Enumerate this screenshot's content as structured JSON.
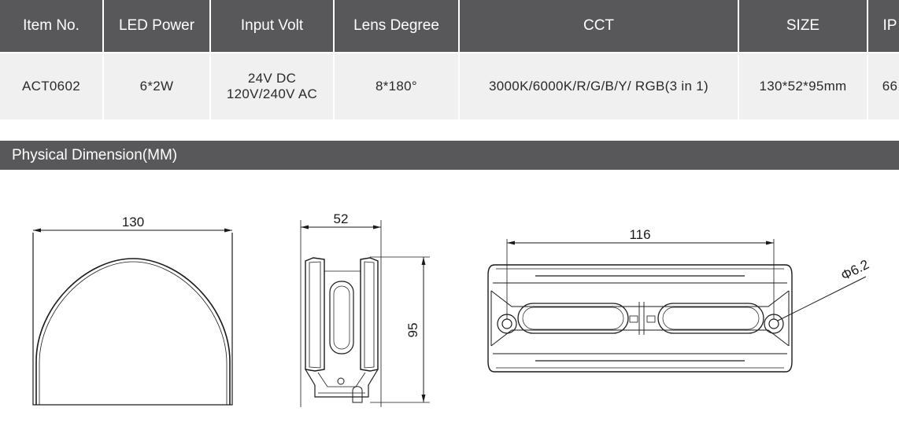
{
  "spec_table": {
    "headers": [
      "Item No.",
      "LED Power",
      "Input Volt",
      "Lens Degree",
      "CCT",
      "SIZE",
      "IP"
    ],
    "row": {
      "item_no": "ACT0602",
      "led_power": "6*2W",
      "input_volt_line1": "24V DC",
      "input_volt_line2": "120V/240V AC",
      "lens_degree": "8*180°",
      "cct": "3000K/6000K/R/G/B/Y/ RGB(3 in 1)",
      "size": "130*52*95mm",
      "ip": "66"
    }
  },
  "section": {
    "title": "Physical Dimension(MM)"
  },
  "dimensions": {
    "front_width": "130",
    "side_width": "52",
    "side_height": "95",
    "bottom_width": "116",
    "hole_diameter": "Φ6.2"
  },
  "colors": {
    "header_bg": "#58585a",
    "cell_bg": "#f0f0f0",
    "line": "#1a1a1a"
  }
}
